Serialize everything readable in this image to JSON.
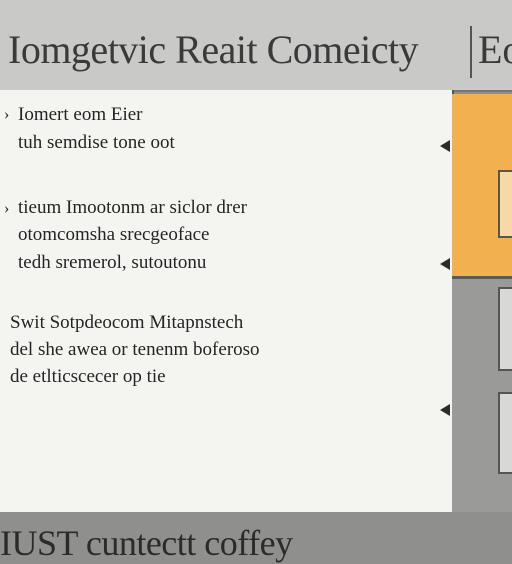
{
  "header": {
    "title": "Iomgetvic Reait Comeicty",
    "title_suffix": "Eo"
  },
  "content": {
    "bullet_marker": "›",
    "blocks": [
      {
        "lines": [
          "Iomert eom Eier",
          "tuh semdise tone oot"
        ]
      },
      {
        "lines": [
          "tieum Imootonm ar siclor drer",
          "otomcomsha srecgeoface",
          "tedh sremerol, sutoutonu"
        ]
      },
      {
        "lines": [
          "Swit Sotpdeocom Mitapnstech",
          "del she awea or tenenm boferoso",
          "de etlticscecer op tie"
        ]
      }
    ],
    "footer_text": "IUST cuntectt coffey"
  },
  "colors": {
    "background": "#8f8f8d",
    "header": "#c9c9c7",
    "panel": "#f4f4f1",
    "accent_orange": "#f2b04f",
    "side_gray": "#9a9a98"
  }
}
